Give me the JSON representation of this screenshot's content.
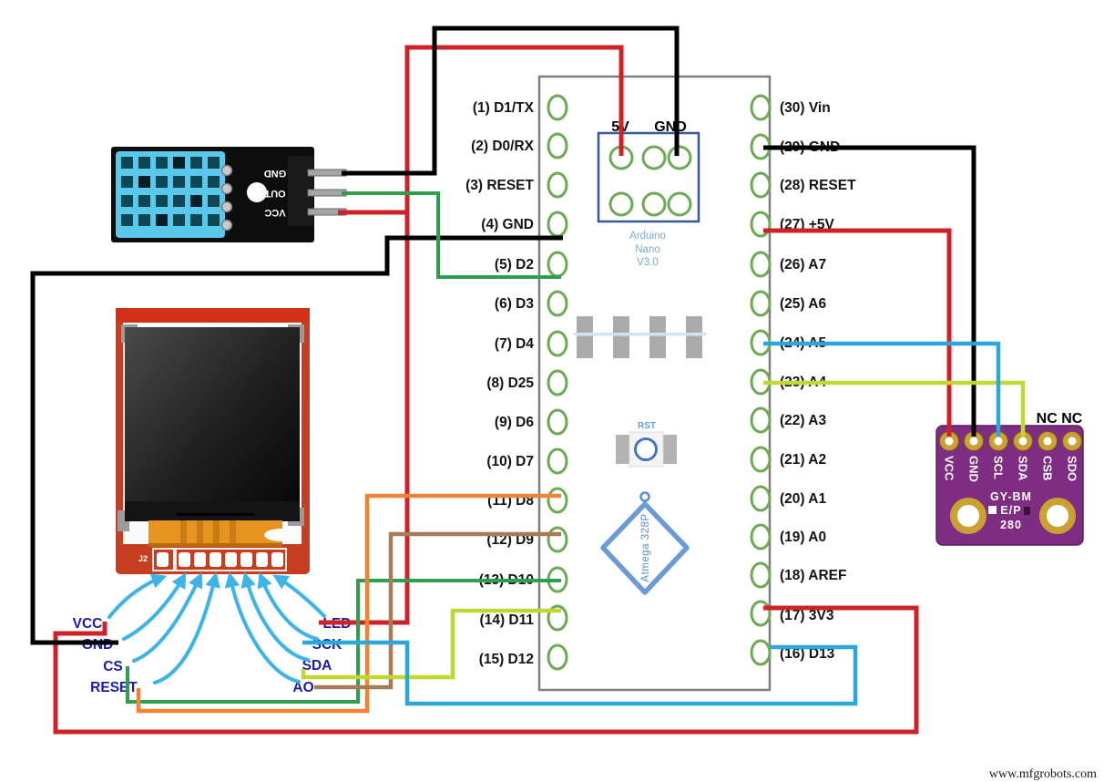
{
  "colors": {
    "wire_red": "#cd2328",
    "wire_black": "#000000",
    "wire_green": "#2f9e4e",
    "wire_blue": "#2ba7db",
    "wire_chartreuse": "#c2d832",
    "wire_orange": "#ee8434",
    "wire_brown": "#a87a58",
    "arrow_blue": "#3db4e7",
    "label_navy": "#1b1ba8",
    "pin_green": "#6cab53",
    "board_gray": "#7f7f7f",
    "icsp_blue": "#36599c",
    "tft_red": "#c73d1f",
    "tft_cable_orange": "#e7941f",
    "bmp_purple": "#7e2d82",
    "gold": "#c9a233",
    "dht_blue": "#5ac8ea"
  },
  "arduino": {
    "left_pins": [
      "(1) D1/TX",
      "(2) D0/RX",
      "(3) RESET",
      "(4) GND",
      "(5) D2",
      "(6) D3",
      "(7) D4",
      "(8) D25",
      "(9) D6",
      "(10) D7",
      "(11) D8",
      "(12) D9",
      "(13) D10",
      "(14) D11",
      "(15) D12"
    ],
    "right_pins": [
      "(30) Vin",
      "(29) GND",
      "(28) RESET",
      "(27) +5V",
      "(26) A7",
      "(25) A6",
      "(24) A5",
      "(23) A4",
      "(22) A3",
      "(21) A2",
      "(20) A1",
      "(19) A0",
      "(18) AREF",
      "(17) 3V3",
      "(16) D13"
    ],
    "icsp_labels": {
      "v5": "5V",
      "gnd": "GND"
    },
    "brand": "Arduino",
    "model": "Nano",
    "version": "V3.0",
    "reset_button": "RST",
    "mcu": "Atmega 328P"
  },
  "dht11": {
    "pin_labels": [
      "GND",
      "OUT",
      "VCC"
    ]
  },
  "tft": {
    "connector_label": "J2",
    "wire_labels": [
      "VCC",
      "GND",
      "CS",
      "RESET",
      "AO",
      "SDA",
      "SCK",
      "LED"
    ]
  },
  "bmp280": {
    "pin_labels": [
      "VCC",
      "GND",
      "SCL",
      "SDA",
      "CSB",
      "SDO"
    ],
    "silkscreen": [
      "GY-BM",
      "E/P",
      "280"
    ],
    "nc_label": "NC NC"
  },
  "footer": {
    "website": "www.mfgrobots.com"
  }
}
